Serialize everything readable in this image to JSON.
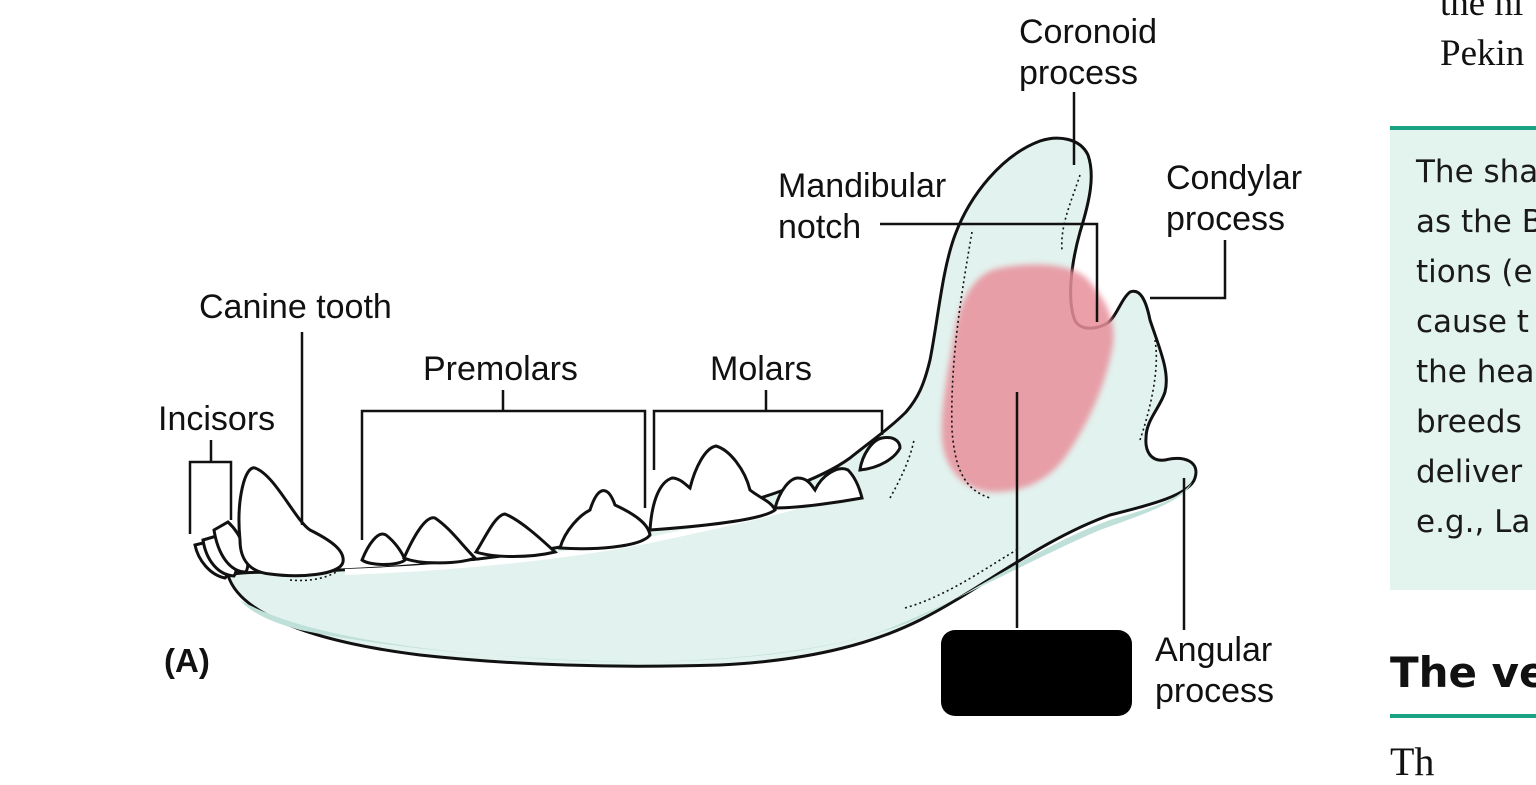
{
  "diagram": {
    "labels": {
      "coronoid": "Coronoid\nprocess",
      "mandibular_notch": "Mandibular\nnotch",
      "condylar": "Condylar\nprocess",
      "canine": "Canine tooth",
      "premolars": "Premolars",
      "molars": "Molars",
      "incisors": "Incisors",
      "angular": "Angular\nprocess"
    },
    "panel_letter": "(A)",
    "colors": {
      "bone_fill": "#e2f2ee",
      "bone_shadow": "#bfe0d8",
      "muscle_highlight": "#e8909b",
      "outline": "#111111"
    }
  },
  "page_text": {
    "top_lines": [
      "the hi",
      "Pekin"
    ],
    "box_lines": [
      "The sha",
      "as the B",
      "tions (e",
      "cause t",
      "the hea",
      "breeds",
      "deliver",
      "e.g., La"
    ],
    "heading": "The ve",
    "bottom_fragment": "Th"
  }
}
